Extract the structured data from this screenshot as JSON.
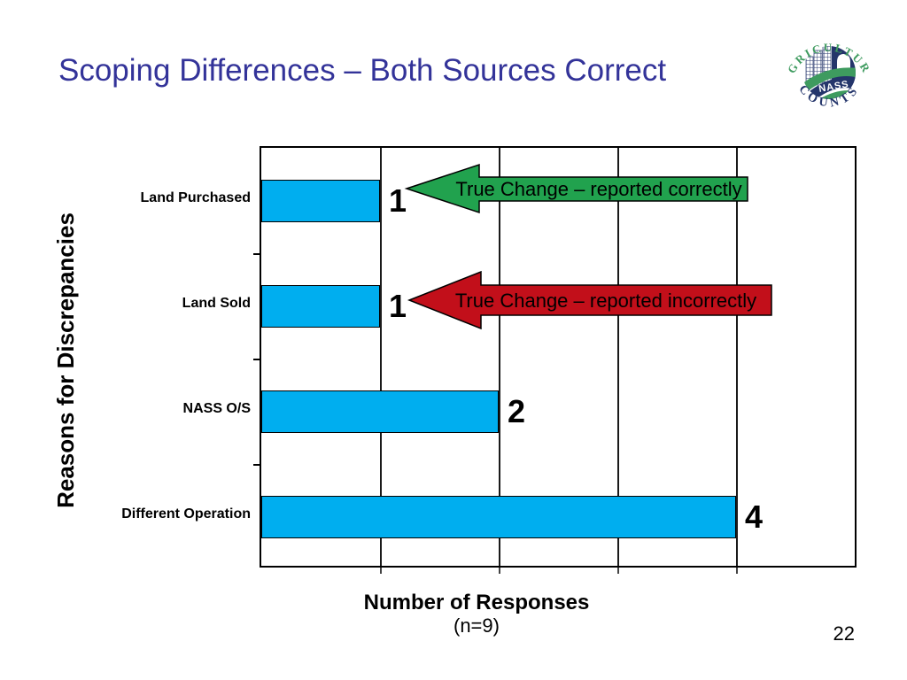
{
  "slide": {
    "title": "Scoping Differences – Both Sources Correct",
    "page_number": "22"
  },
  "logo": {
    "arc_top": "AGRICULTURE",
    "arc_bottom": "COUNTS",
    "center": "NASS",
    "green": "#3E9B5F",
    "navy": "#24356B"
  },
  "chart_data": {
    "type": "bar",
    "orientation": "horizontal",
    "title": "",
    "categories": [
      "Land Purchased",
      "Land Sold",
      "NASS O/S",
      "Different Operation"
    ],
    "values": [
      1,
      1,
      2,
      4
    ],
    "value_labels": [
      "1",
      "1",
      "2",
      "4"
    ],
    "xlabel": "Number of Responses",
    "xlabel_sub": "(n=9)",
    "ylabel": "Reasons for Discrepancies",
    "xlim": [
      0,
      5
    ],
    "gridlines_at": [
      1,
      2,
      3,
      4
    ],
    "grid": "vertical lines on",
    "bar_color": "#00AEEF",
    "annotations": [
      {
        "text": "True Change – reported correctly",
        "color": "#21A24E",
        "target_category": "Land Purchased",
        "shape": "left-arrow"
      },
      {
        "text": "True Change – reported incorrectly",
        "color": "#C20F1A",
        "target_category": "Land Sold",
        "shape": "left-arrow"
      }
    ]
  }
}
